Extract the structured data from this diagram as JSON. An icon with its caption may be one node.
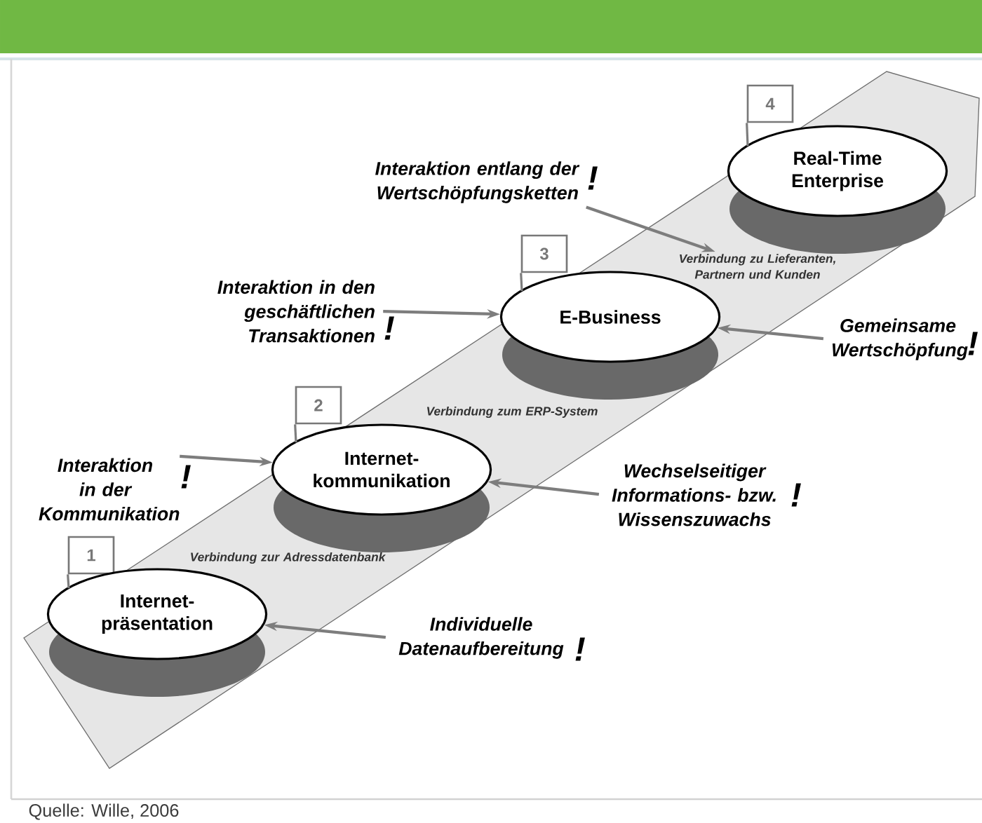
{
  "diagram": {
    "nodes": [
      {
        "text": [
          "4"
        ]
      },
      {
        "text": [
          "Real-Time Enterprise"
        ]
      },
      {
        "text": [
          "Interaktion entlang der Wertschöpfungsketten",
          "!"
        ]
      },
      {
        "text": [
          "3"
        ]
      },
      {
        "text": [
          "E-Business"
        ]
      },
      {
        "text": [
          "Interaktion in den geschäftlichen Transaktionen",
          "!"
        ]
      },
      {
        "text": [
          "Gemeinsame Wertschöpfung",
          "!"
        ]
      },
      {
        "text": [
          "2"
        ]
      },
      {
        "text": [
          "Internet-kommunikation"
        ]
      },
      {
        "text": [
          "Interaktion in der Kommunikation",
          "!"
        ]
      },
      {
        "text": [
          "Wechselseitiger Informations- bzw. Wissenszuwachs",
          "!"
        ]
      },
      {
        "text": [
          "1"
        ]
      },
      {
        "text": [
          "Internet-präsentation"
        ]
      },
      {
        "text": [
          "Individuelle Datenaufbereitung",
          "!"
        ]
      },
      {
        "text": [
          "Verbindung zu Lieferanten, Partnern und Kunden"
        ]
      }
    ],
    "edges": [
      {
        "from": 0,
        "to": 1,
        "arrow": "none"
      },
      {
        "from": 2,
        "to": 14,
        "arrow": "to"
      },
      {
        "from": 3,
        "to": 4,
        "arrow": "none"
      },
      {
        "from": 5,
        "to": 4,
        "arrow": "to"
      },
      {
        "from": 6,
        "to": 4,
        "arrow": "to"
      },
      {
        "from": 7,
        "to": 8,
        "arrow": "none"
      },
      {
        "from": 9,
        "to": 8,
        "arrow": "to"
      },
      {
        "from": 10,
        "to": 8,
        "arrow": "to"
      },
      {
        "from": 11,
        "to": 12,
        "arrow": "none"
      },
      {
        "from": 13,
        "to": 12,
        "arrow": "to"
      }
    ],
    "labels": [
      "Verbindung zum ERP-System",
      "Verbindung zur Adressdatenbank",
      "Quelle: Wille, 2006"
    ]
  }
}
